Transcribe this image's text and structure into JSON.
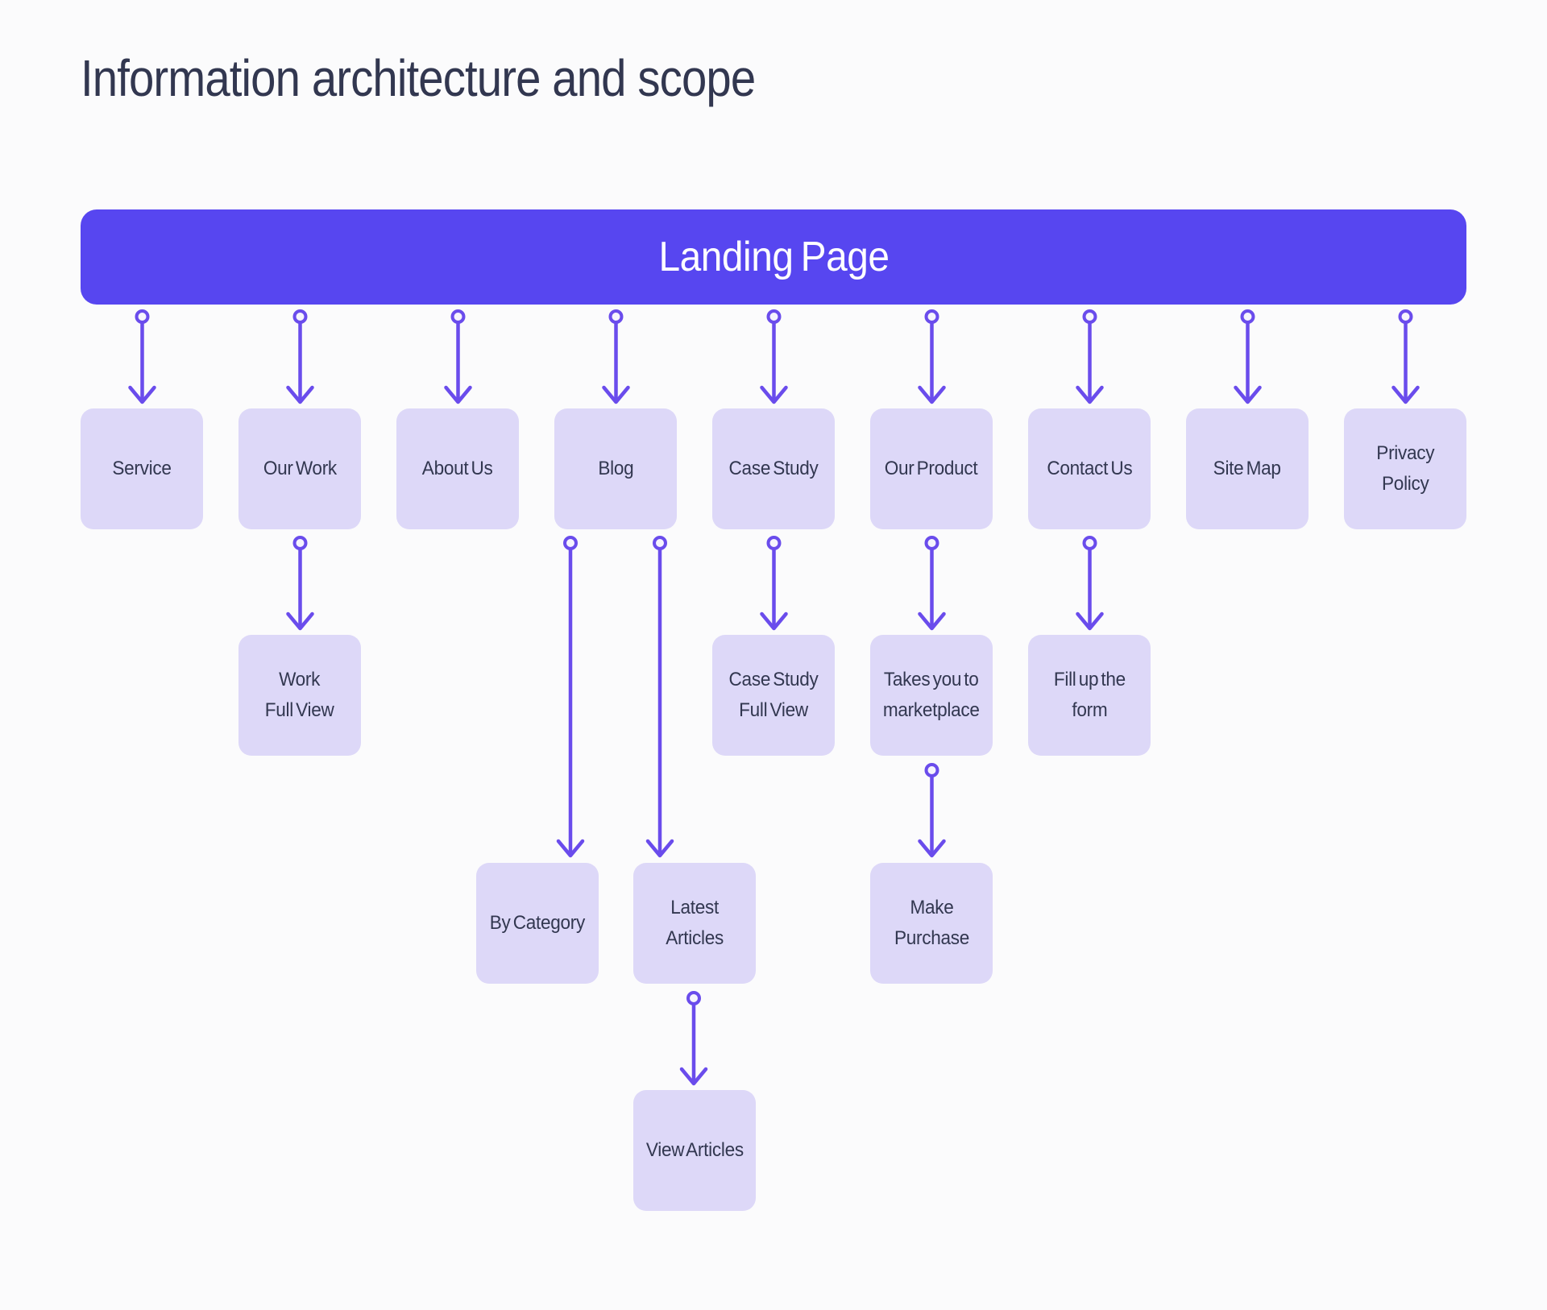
{
  "page": {
    "title": "Information architecture and scope"
  },
  "colors": {
    "background": "#FBFBFC",
    "bar": "#5746F0",
    "bar_text": "#FFFFFF",
    "box": "#DDD8F8",
    "arrow": "#6A4CEC",
    "text": "#323750"
  },
  "nodes": {
    "landing": {
      "label": "Landing Page"
    },
    "service": {
      "label": "Service"
    },
    "our_work": {
      "label": "Our Work"
    },
    "about_us": {
      "label": "About Us"
    },
    "blog": {
      "label": "Blog"
    },
    "case_study": {
      "label": "Case Study"
    },
    "our_product": {
      "label": "Our Product"
    },
    "contact_us": {
      "label": "Contact Us"
    },
    "site_map": {
      "label": "Site Map"
    },
    "privacy_policy": {
      "label": "Privacy\nPolicy"
    },
    "work_full_view": {
      "label": "Work\nFull View"
    },
    "case_study_full_view": {
      "label": "Case Study\nFull View"
    },
    "takes_you_to_marketplace": {
      "label": "Takes you to\nmarketplace"
    },
    "fill_up_the_form": {
      "label": "Fill up the\nform"
    },
    "by_category": {
      "label": "By Category"
    },
    "latest_articles": {
      "label": "Latest\nArticles"
    },
    "make_purchase": {
      "label": "Make\nPurchase"
    },
    "view_articles": {
      "label": "View Articles"
    }
  },
  "edges": [
    {
      "from": "landing",
      "to": "service"
    },
    {
      "from": "landing",
      "to": "our_work"
    },
    {
      "from": "landing",
      "to": "about_us"
    },
    {
      "from": "landing",
      "to": "blog"
    },
    {
      "from": "landing",
      "to": "case_study"
    },
    {
      "from": "landing",
      "to": "our_product"
    },
    {
      "from": "landing",
      "to": "contact_us"
    },
    {
      "from": "landing",
      "to": "site_map"
    },
    {
      "from": "landing",
      "to": "privacy_policy"
    },
    {
      "from": "our_work",
      "to": "work_full_view"
    },
    {
      "from": "blog",
      "to": "by_category"
    },
    {
      "from": "blog",
      "to": "latest_articles"
    },
    {
      "from": "case_study",
      "to": "case_study_full_view"
    },
    {
      "from": "our_product",
      "to": "takes_you_to_marketplace"
    },
    {
      "from": "contact_us",
      "to": "fill_up_the_form"
    },
    {
      "from": "takes_you_to_marketplace",
      "to": "make_purchase"
    },
    {
      "from": "latest_articles",
      "to": "view_articles"
    }
  ]
}
